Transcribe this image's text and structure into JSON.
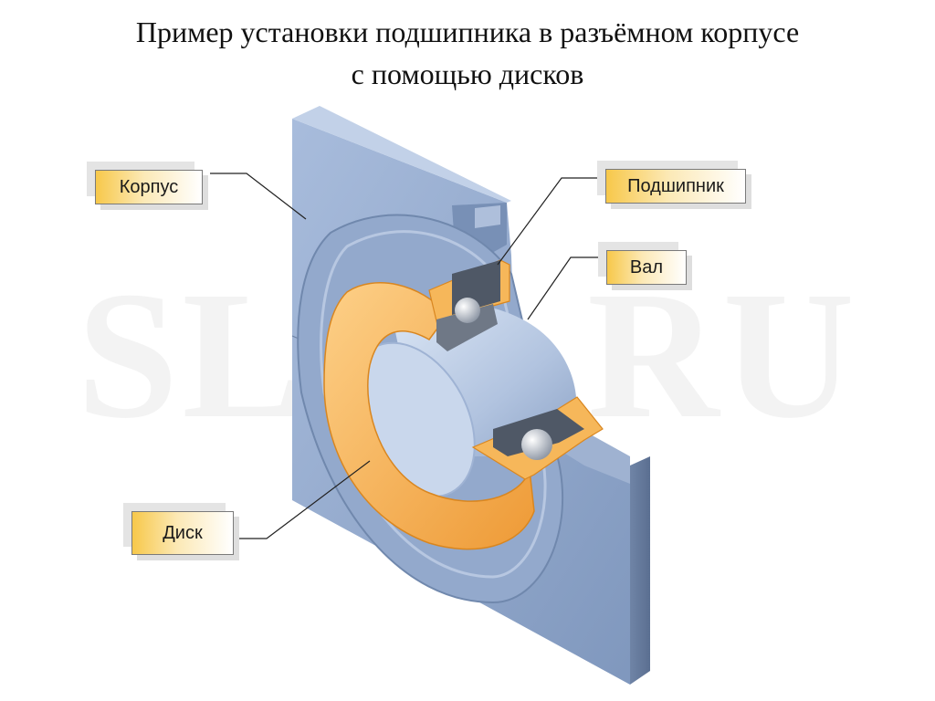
{
  "title": {
    "line1": "Пример установки подшипника в разъёмном корпусе",
    "line2": "с помощью дисков"
  },
  "watermark": "SL3D.RU",
  "labels": {
    "housing": "Корпус",
    "bearing": "Подшипник",
    "shaft": "Вал",
    "disk": "Диск"
  },
  "colors": {
    "housing": "#8fa6c9",
    "shaft": "#b4c6e2",
    "disk": "#f2a64a",
    "bearing": "#5b6472",
    "label_fill": "#f7c84a"
  }
}
